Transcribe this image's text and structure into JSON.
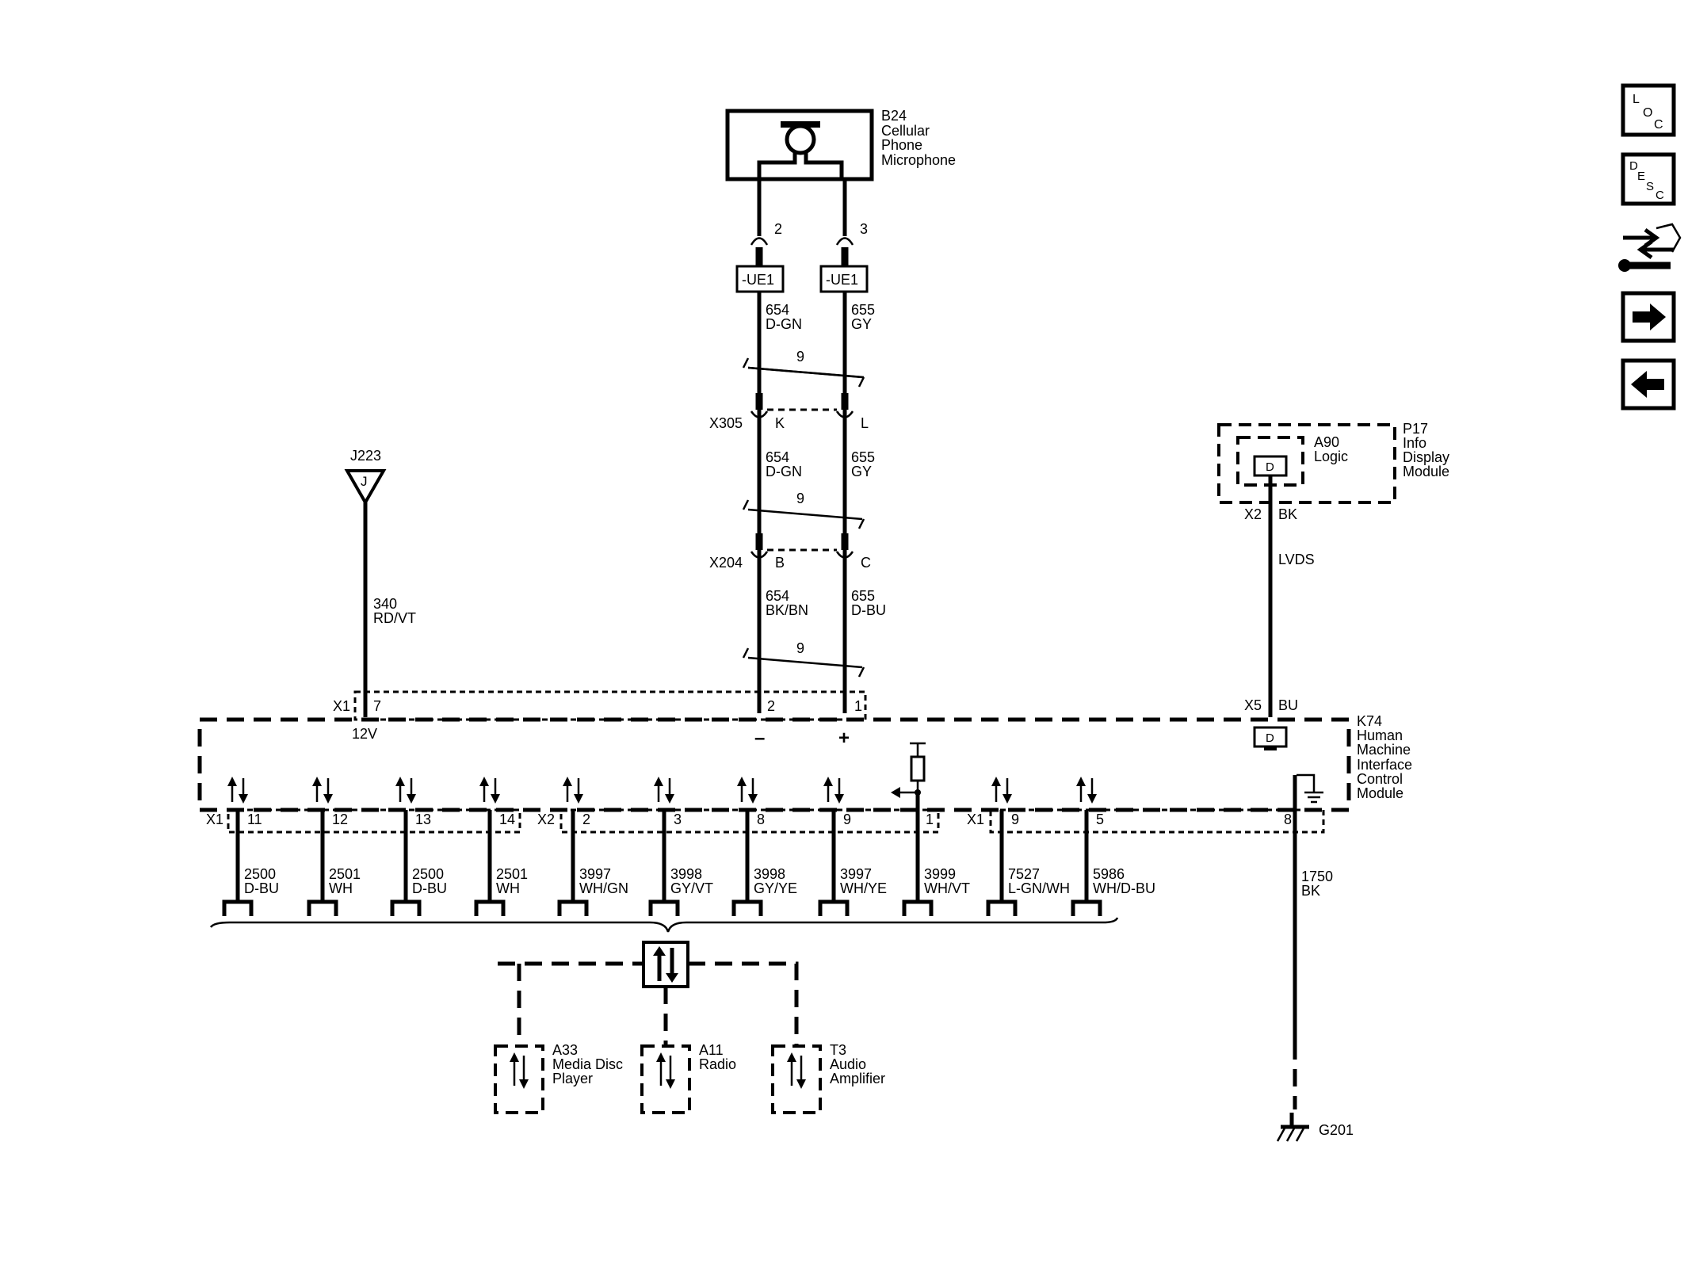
{
  "nav": {
    "loc_letters": [
      "L",
      "O",
      "C"
    ],
    "desc_letters": [
      "D",
      "E",
      "S",
      "C"
    ],
    "icons": [
      "location-view-icon",
      "description-view-icon",
      "diagnostic-tool-icon",
      "next-page-arrow-icon",
      "previous-page-arrow-icon"
    ]
  },
  "microphone": {
    "ref": "B24",
    "name_lines": [
      "Cellular",
      "Phone",
      "Microphone"
    ],
    "pin_left": "2",
    "pin_right": "3",
    "option_left": "-UE1",
    "option_right": "-UE1"
  },
  "wires": {
    "seg1_left": [
      "654",
      "D-GN"
    ],
    "seg1_right": [
      "655",
      "GY"
    ],
    "twist1": "9",
    "x305": {
      "connector": "X305",
      "pin_left": "K",
      "pin_right": "L"
    },
    "seg2_left": [
      "654",
      "D-GN"
    ],
    "seg2_right": [
      "655",
      "GY"
    ],
    "twist2": "9",
    "x204": {
      "connector": "X204",
      "pin_left": "B",
      "pin_right": "C"
    },
    "seg3_left": [
      "654",
      "BK/BN"
    ],
    "seg3_right": [
      "655",
      "D-BU"
    ],
    "twist3": "9"
  },
  "j223": {
    "ref": "J223",
    "letter": "J",
    "wire": [
      "340",
      "RD/VT"
    ]
  },
  "p17": {
    "ref": "P17",
    "name_lines": [
      "Info",
      "Display",
      "Module"
    ],
    "logic_ref": "A90",
    "logic_name": "Logic",
    "d_symbol": "D",
    "x2_connector": "X2",
    "x2_color": "BK",
    "lvds": "LVDS"
  },
  "k74": {
    "ref": "K74",
    "name_lines": [
      "Human",
      "Machine",
      "Interface",
      "Control",
      "Module"
    ],
    "top_connector": "X1",
    "pin_7": "7",
    "pin_2": "2",
    "pin_1": "1",
    "voltage": "12V",
    "minus": "–",
    "plus": "+",
    "x5_connector": "X5",
    "x5_color": "BU",
    "d_symbol": "D"
  },
  "bottom_pins": {
    "conn_x1_left": "X1",
    "conn_x2": "X2",
    "conn_x1_right": "X1",
    "pins": [
      "11",
      "12",
      "13",
      "14",
      "2",
      "3",
      "8",
      "9",
      "1",
      "9",
      "5",
      "8"
    ],
    "wires": [
      [
        "2500",
        "D-BU"
      ],
      [
        "2501",
        "WH"
      ],
      [
        "2500",
        "D-BU"
      ],
      [
        "2501",
        "WH"
      ],
      [
        "3997",
        "WH/GN"
      ],
      [
        "3998",
        "GY/VT"
      ],
      [
        "3998",
        "GY/YE"
      ],
      [
        "3997",
        "WH/YE"
      ],
      [
        "3999",
        "WH/VT"
      ],
      [
        "7527",
        "L-GN/WH"
      ],
      [
        "5986",
        "WH/D-BU"
      ],
      [
        "1750",
        "BK"
      ]
    ]
  },
  "devices": [
    {
      "ref": "A33",
      "name_lines": [
        "Media Disc",
        "Player"
      ]
    },
    {
      "ref": "A11",
      "name_lines": [
        "Radio"
      ]
    },
    {
      "ref": "T3",
      "name_lines": [
        "Audio",
        "Amplifier"
      ]
    }
  ],
  "ground": {
    "ref": "G201"
  }
}
